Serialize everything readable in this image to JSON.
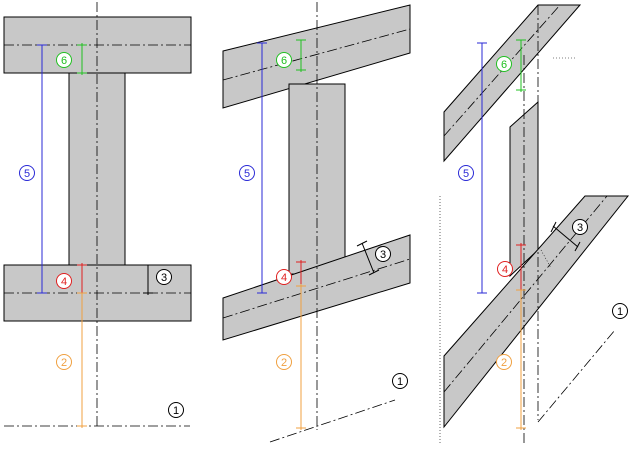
{
  "colors": {
    "fill": "#c8c8c8",
    "stroke": "#000000",
    "axis": "#000000",
    "blue": "#2a2ad6",
    "green": "#21c021",
    "red": "#e02020",
    "orange": "#f0a040",
    "black": "#000000"
  },
  "panels": [
    {
      "id": "left",
      "labels": [
        "1",
        "2",
        "3",
        "4",
        "5",
        "6"
      ]
    },
    {
      "id": "middle",
      "labels": [
        "1",
        "2",
        "3",
        "4",
        "5",
        "6"
      ]
    },
    {
      "id": "right",
      "labels": [
        "1",
        "2",
        "3",
        "4",
        "5",
        "6"
      ]
    }
  ]
}
